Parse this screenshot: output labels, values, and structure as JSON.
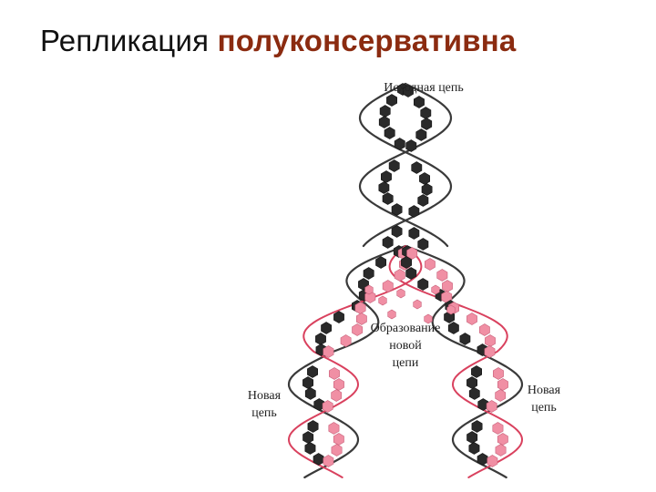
{
  "title": {
    "plain": "Репликация",
    "accent": "полуконсервативна"
  },
  "colors": {
    "title_accent": "#8b2b10",
    "old_base": "#2a2a2a",
    "new_base": "#f08fa4",
    "old_strand": "#3a3a3a",
    "new_strand": "#d9415e"
  },
  "diagram": {
    "labels": {
      "parent_strand": "Исходная цепь",
      "new_strand_formation_1": "Образование",
      "new_strand_formation_2": "новой",
      "new_strand_formation_3": "цепи",
      "left_new_1": "Новая",
      "left_new_2": "цепь",
      "right_new_1": "Новая",
      "right_new_2": "цепь"
    }
  }
}
